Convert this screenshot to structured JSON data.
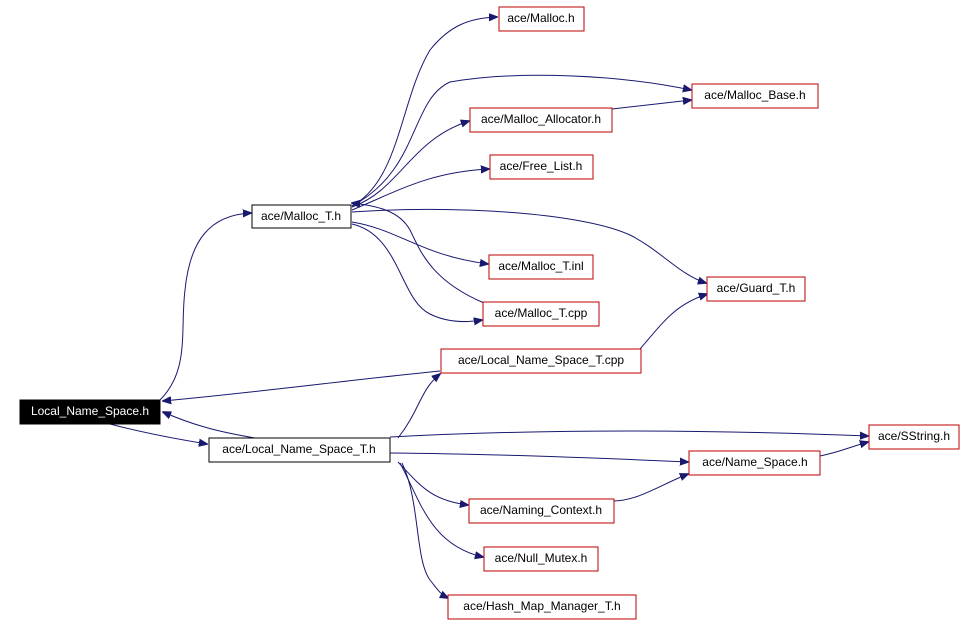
{
  "nodes": {
    "local_name_space_h": "Local_Name_Space.h",
    "malloc_t_h": "ace/Malloc_T.h",
    "local_name_space_t_h": "ace/Local_Name_Space_T.h",
    "local_name_space_t_cpp": "ace/Local_Name_Space_T.cpp",
    "malloc_h": "ace/Malloc.h",
    "malloc_allocator_h": "ace/Malloc_Allocator.h",
    "malloc_base_h": "ace/Malloc_Base.h",
    "free_list_h": "ace/Free_List.h",
    "malloc_t_inl": "ace/Malloc_T.inl",
    "malloc_t_cpp": "ace/Malloc_T.cpp",
    "guard_t_h": "ace/Guard_T.h",
    "sstring_h": "ace/SString.h",
    "name_space_h": "ace/Name_Space.h",
    "naming_context_h": "ace/Naming_Context.h",
    "null_mutex_h": "ace/Null_Mutex.h",
    "hash_map_manager_t_h": "ace/Hash_Map_Manager_T.h"
  },
  "colors": {
    "edge": "#191970",
    "node_border": "#bf0000",
    "root_fill": "#000000",
    "root_text": "#ffffff"
  }
}
